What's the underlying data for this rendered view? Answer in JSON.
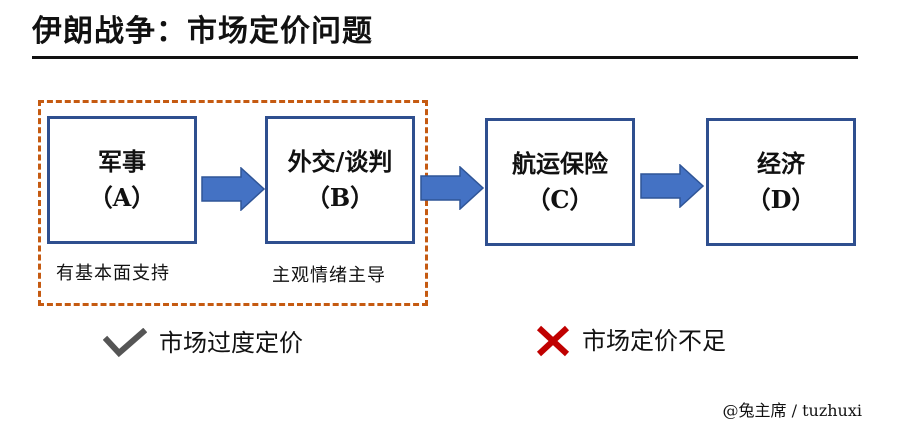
{
  "title": "伊朗战争：市场定价问题",
  "colors": {
    "box_border": "#2f4f8f",
    "arrow_fill": "#4472c4",
    "dashed_group": "#c55a11",
    "check_mark": "#555555",
    "cross_mark": "#c00000"
  },
  "stages": [
    {
      "name": "军事",
      "code": "（A）"
    },
    {
      "name": "外交/谈判",
      "code": "（B）"
    },
    {
      "name": "航运保险",
      "code": "（C）"
    },
    {
      "name": "经济",
      "code": "（D）"
    }
  ],
  "captions": {
    "a": "有基本面支持",
    "b": "主观情绪主导"
  },
  "status": {
    "over": {
      "icon": "checkmark-icon",
      "label": "市场过度定价"
    },
    "under": {
      "icon": "cross-icon",
      "label": "市场定价不足"
    }
  },
  "credit": "@兔主席 / tuzhuxi"
}
